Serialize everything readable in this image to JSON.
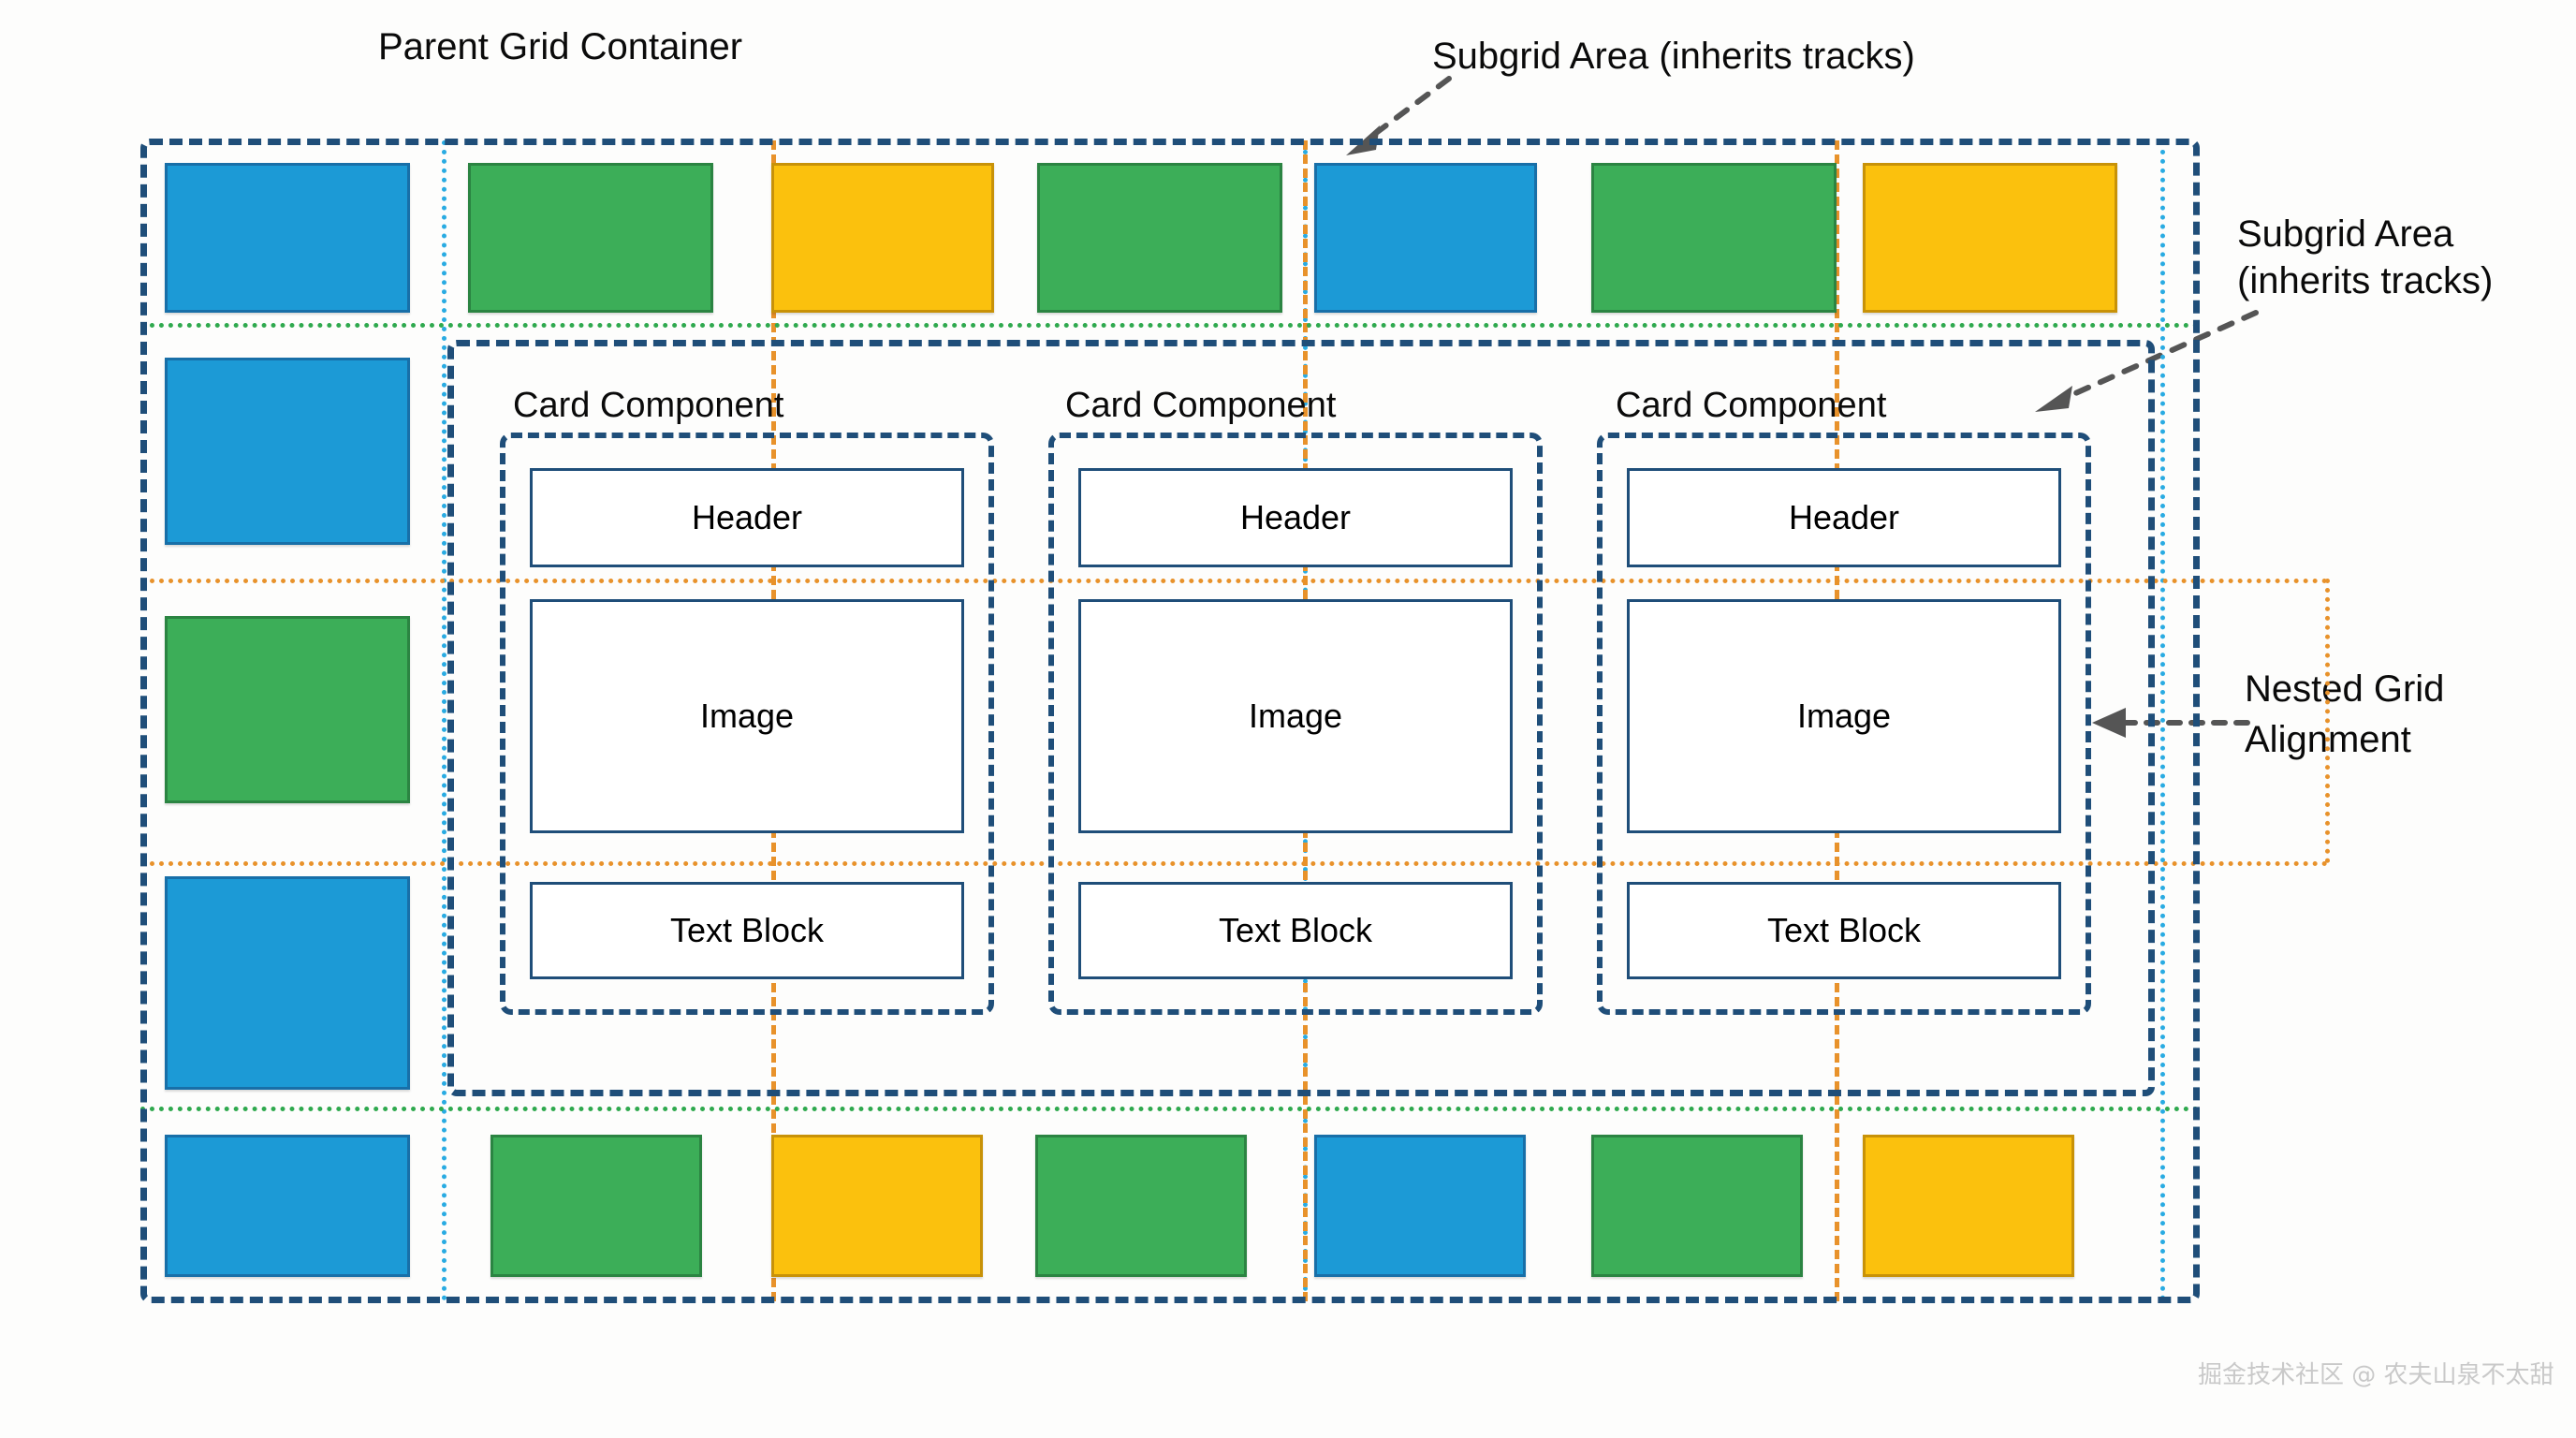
{
  "diagram": {
    "title": "Parent Grid Container",
    "annotations": {
      "subgrid_top": "Subgrid Area (inherits tracks)",
      "subgrid_right_line1": "Subgrid Area",
      "subgrid_right_line2": "(inherits tracks)",
      "nested_line1": "Nested Grid",
      "nested_line2": "Alignment"
    },
    "cards": [
      {
        "title": "Card Component",
        "cells": [
          "Header",
          "Image",
          "Text Block"
        ]
      },
      {
        "title": "Card Component",
        "cells": [
          "Header",
          "Image",
          "Text Block"
        ]
      },
      {
        "title": "Card Component",
        "cells": [
          "Header",
          "Image",
          "Text Block"
        ]
      }
    ],
    "top_row_blocks": [
      "blue",
      "green",
      "yellow",
      "green",
      "blue",
      "green",
      "yellow"
    ],
    "bottom_row_blocks": [
      "blue",
      "green",
      "yellow",
      "green",
      "blue",
      "green",
      "yellow"
    ],
    "left_column_blocks": [
      "blue",
      "blue",
      "green",
      "blue",
      "blue"
    ],
    "colors": {
      "blue": "#1C9AD6",
      "green": "#3CAE58",
      "yellow": "#FBC10D",
      "container_outline": "#1f4e79",
      "guide_cyan": "#29ABE2",
      "guide_orange": "#E8922B",
      "guide_green": "#2FA94E",
      "background": "#FDFDFC"
    },
    "watermark": "掘金技术社区 @ 农夫山泉不太甜"
  }
}
